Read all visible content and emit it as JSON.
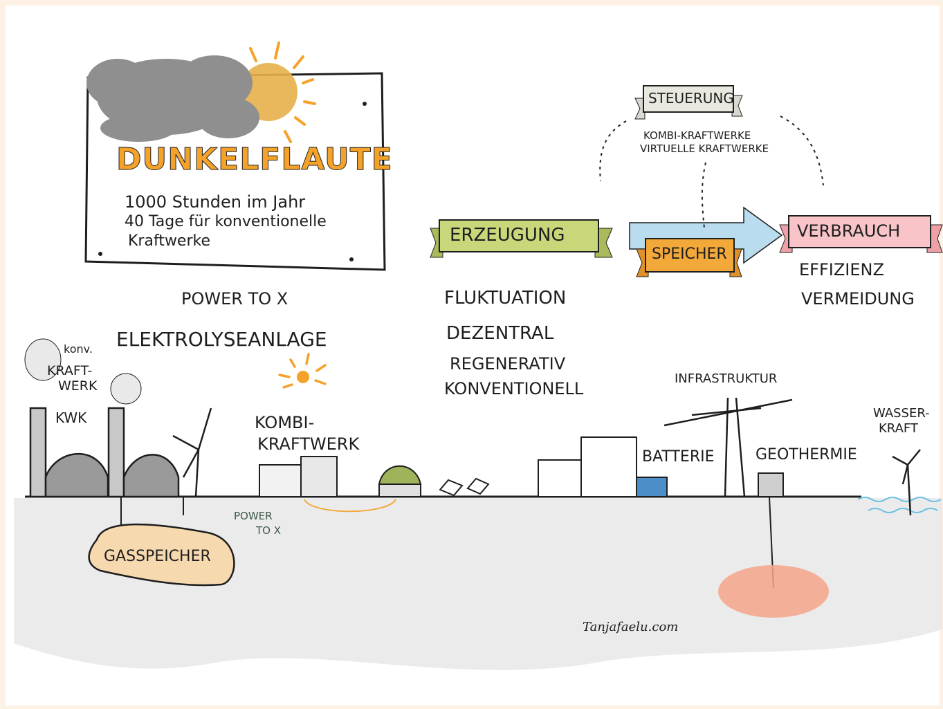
{
  "colors": {
    "background": "#fdf0e4",
    "paper": "#ffffff",
    "ground": "#e4e4e4",
    "banner_green": "#c9d77a",
    "banner_orange": "#f3a93a",
    "banner_pink": "#f8c4c8",
    "banner_gray": "#e8e8e0",
    "arrow_blue": "#b9dcef",
    "gas_storage": "#f7d9b0",
    "geothermal": "#f4a58a",
    "title_orange": "#f4a22a",
    "cloud": "#8d8d8d",
    "sun": "#f6c04c"
  },
  "sign": {
    "title": "DUNKELFLAUTE",
    "line1": "1000 Stunden im Jahr",
    "line2": "40 Tage für konventionelle",
    "line3": "Kraftwerke"
  },
  "power_to_x_top": "POWER TO X",
  "elektrolyse": "ELEKTROLYSEANLAGE",
  "system": {
    "steuerung": "STEUERUNG",
    "steuerung_sub1": "KOMBI-KRAFTWERKE",
    "steuerung_sub2": "VIRTUELLE KRAFTWERKE",
    "erzeugung": "ERZEUGUNG",
    "speicher": "SPEICHER",
    "verbrauch": "VERBRAUCH",
    "erzeugung_list": [
      "FLUKTUATION",
      "DEZENTRAL",
      "REGENERATIV",
      "KONVENTIONELL"
    ],
    "verbrauch_list": [
      "EFFIZIENZ",
      "VERMEIDUNG"
    ]
  },
  "landscape": {
    "konv": "konv.",
    "kraftwerk": "KRAFT-",
    "werk": "WERK",
    "kwk": "KWK",
    "kombi": "KOMBI-",
    "kombi2": "KRAFTWERK",
    "power_to_x_low1": "POWER",
    "power_to_x_low2": "TO X",
    "gasspeicher": "GASSPEICHER",
    "infrastruktur": "INFRASTRUKTUR",
    "batterie": "BATTERIE",
    "geothermie": "GEOTHERMIE",
    "wasser": "WASSER-",
    "kraft": "KRAFT",
    "signature": "Tanjafaelu.com"
  }
}
